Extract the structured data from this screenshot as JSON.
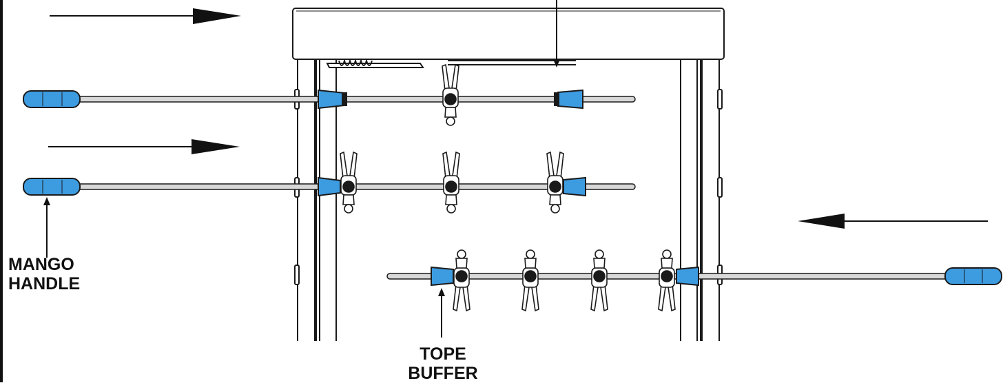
{
  "labels": {
    "handle": [
      "MANGO",
      "HANDLE"
    ],
    "buffer": [
      "TOPE",
      "BUFFER"
    ]
  },
  "colors": {
    "handle": "#3d9be0",
    "buffer": "#3d9be0",
    "outline": "#1a1a1a",
    "rod": "#d8d8d8",
    "frame": "#ffffff",
    "left_border": "#111111"
  },
  "rods": [
    {
      "players": 1,
      "handle_side": "left",
      "direction_arrow": "right"
    },
    {
      "players": 3,
      "handle_side": "left",
      "direction_arrow": "right"
    },
    {
      "players": 4,
      "handle_side": "right",
      "direction_arrow": "left"
    }
  ],
  "icons": [
    "arrow-right-icon",
    "arrow-left-icon",
    "arrow-down-icon",
    "arrow-up-icon",
    "spring-icon",
    "player-figure-icon"
  ]
}
